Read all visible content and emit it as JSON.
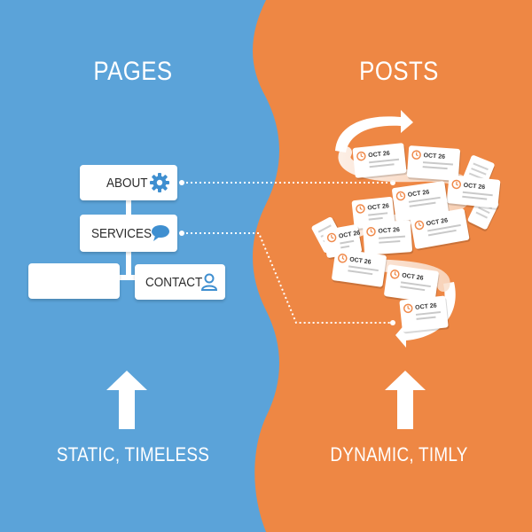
{
  "colors": {
    "pages_bg": "#5ba3d9",
    "posts_bg": "#ee8744",
    "accent_blue": "#3f8fd0",
    "accent_orange": "#f08a4b",
    "white": "#ffffff"
  },
  "pages": {
    "title": "PAGES",
    "caption": "STATIC, TIMELESS",
    "nodes": [
      {
        "label": "ABOUT",
        "icon": "gear-icon"
      },
      {
        "label": "SERVICES",
        "icon": "chat-bubble-icon"
      },
      {
        "label": "CONTACT",
        "icon": "user-icon"
      },
      {
        "label": "",
        "icon": ""
      }
    ],
    "arrow_icon": "up-arrow-icon"
  },
  "posts": {
    "title": "POSTS",
    "caption": "DYNAMIC, TIMLY",
    "card_date": "OCT 26",
    "card_icon": "clock-icon",
    "arrow_icon": "up-arrow-icon"
  }
}
